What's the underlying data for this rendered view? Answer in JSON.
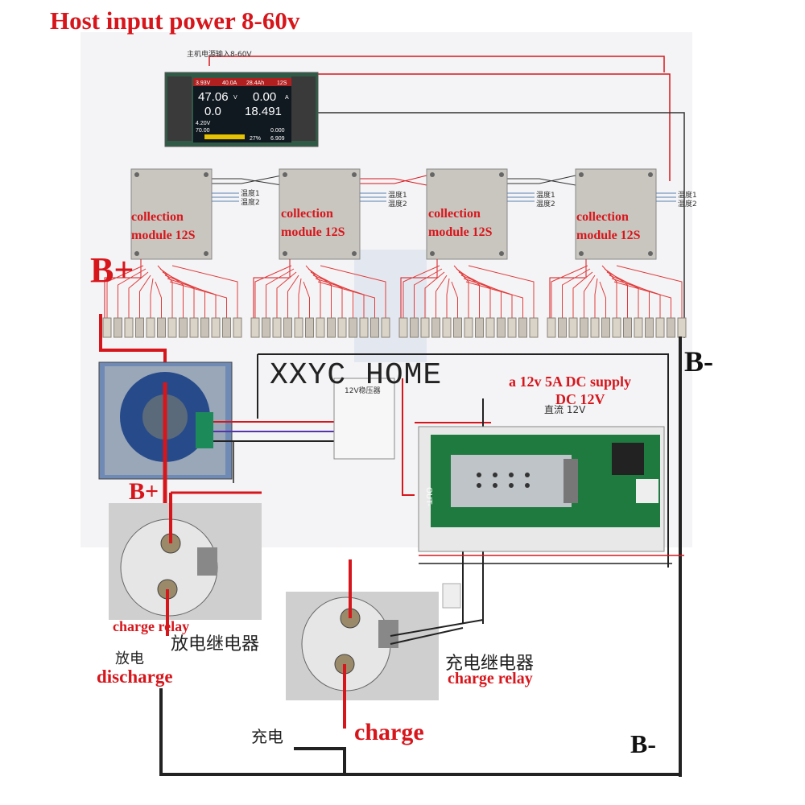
{
  "title": "Host input power 8-60v",
  "host_label_cn": "主机电源输入8-60V",
  "watermark": "XXYC HOME",
  "display": {
    "top_row": [
      "3.93V",
      "40.0A",
      "28.4Ah",
      "12S"
    ],
    "voltage": "47.06",
    "voltage_unit": "V",
    "current_top": "0.00",
    "current_unit": "A",
    "zero": "0.0",
    "power": "18.491",
    "cell_row_1": "4.20V",
    "cell_row_2": "70.00",
    "percent": "27%",
    "bottom_right_1": "0.000",
    "bottom_right_2": "6.909"
  },
  "modules": [
    {
      "label_line1": "collection",
      "label_line2": "module 12S",
      "temp1": "温度1",
      "temp2": "温度2"
    },
    {
      "label_line1": "collection",
      "label_line2": "module 12S",
      "temp1": "温度1",
      "temp2": "温度2"
    },
    {
      "label_line1": "collection",
      "label_line2": "module 12S",
      "temp1": "温度1",
      "temp2": "温度2"
    },
    {
      "label_line1": "collection",
      "label_line2": "module 12S",
      "temp1": "温度1",
      "temp2": "温度2"
    }
  ],
  "bplus_top": "B+",
  "bplus_mid": "B+",
  "bminus_right": "B-",
  "bminus_bottom": "B-",
  "supply_line1": "a 12v 5A DC supply",
  "supply_line2": "DC 12V",
  "dc_cn": "直流 12V",
  "regulator_label": "12V稳压器",
  "relays": {
    "discharge_en": "charge relay",
    "discharge_cn": "放电继电器",
    "charge_cn": "充电继电器",
    "charge_en": "charge relay"
  },
  "discharge_cn": "放电",
  "discharge_en": "discharge",
  "charge_cn": "充电",
  "charge_en": "charge",
  "board_out_label": "OUT-"
}
